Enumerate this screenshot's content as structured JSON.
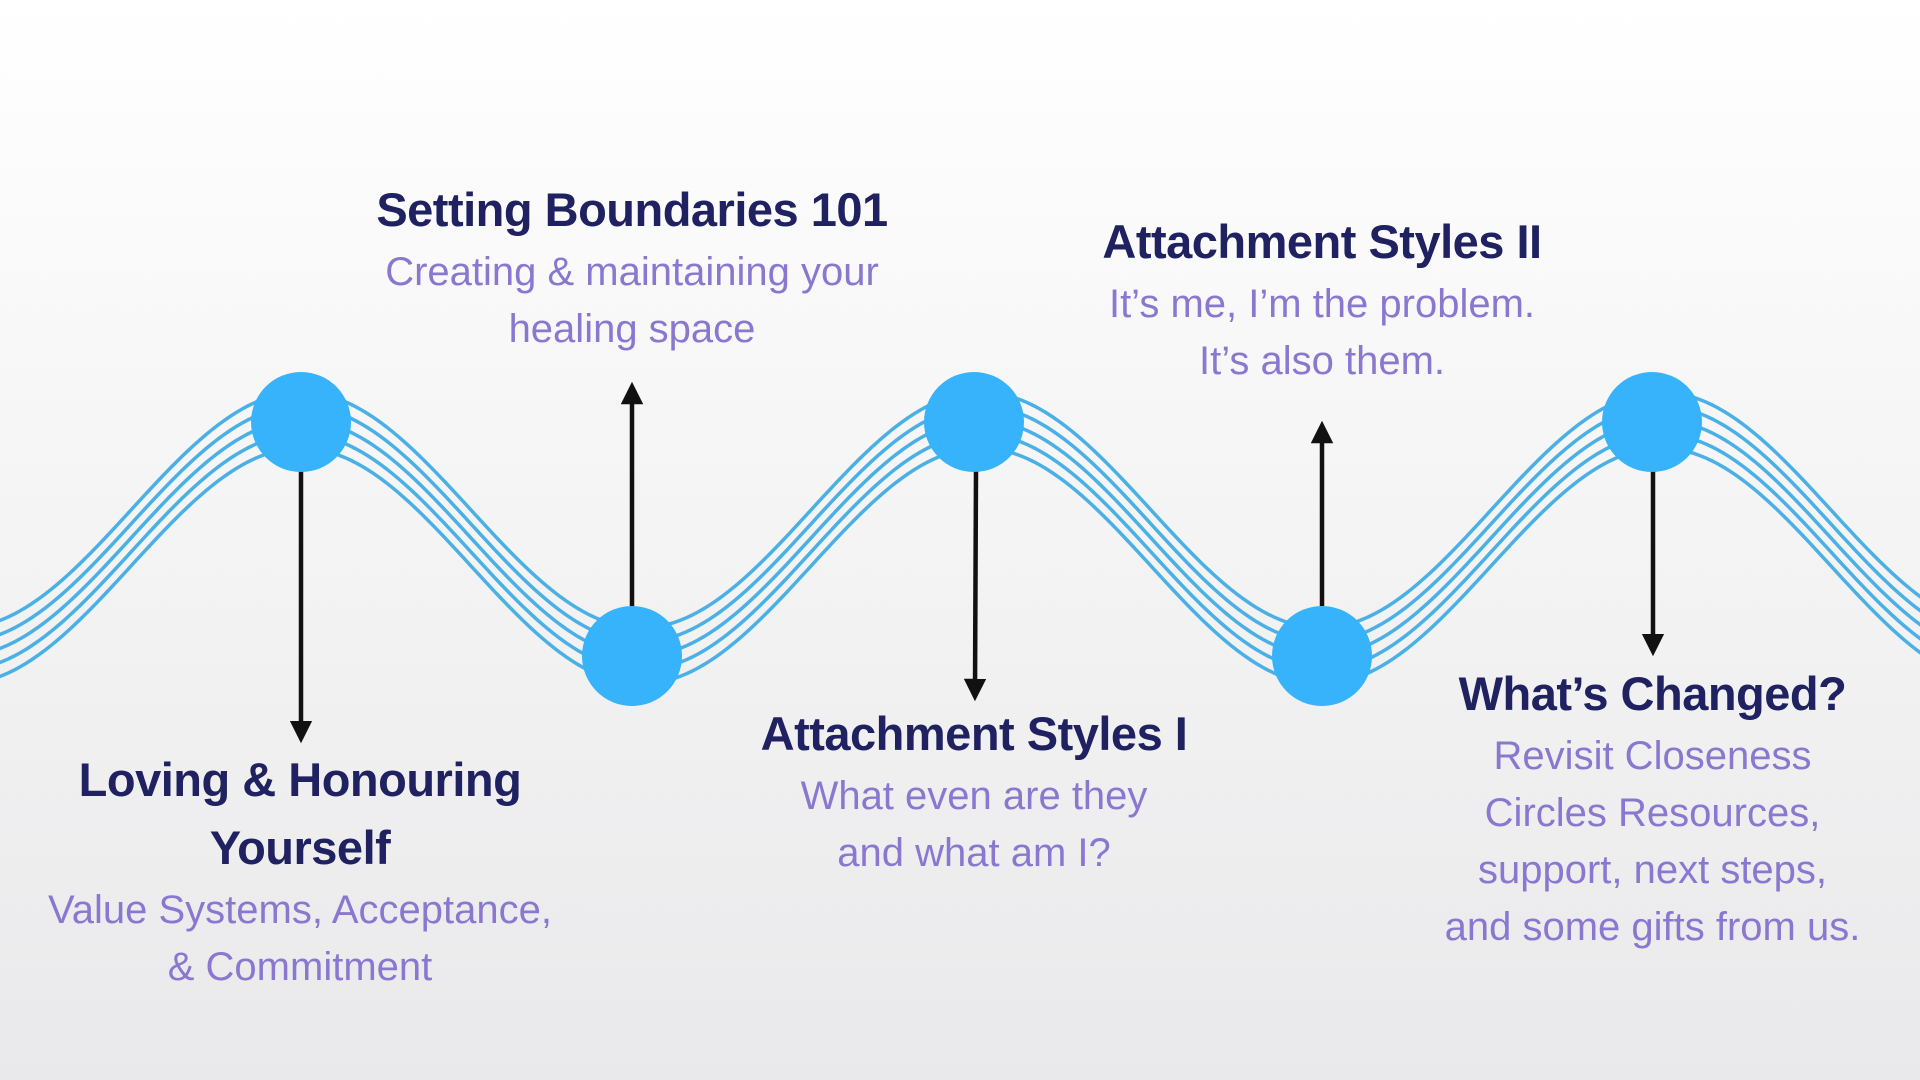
{
  "colors": {
    "wave": "#4ab0e6",
    "node": "#36b3fb",
    "arrow": "#111111",
    "title": "#1f2160",
    "description": "#8a78d0"
  },
  "milestones": [
    {
      "title": "Loving & Honouring Yourself",
      "title_lines": [
        "Loving & Honouring",
        "Yourself"
      ],
      "description_lines": [
        "Value Systems, Acceptance,",
        "& Commitment"
      ]
    },
    {
      "title": "Setting Boundaries 101",
      "title_lines": [
        "Setting Boundaries 101"
      ],
      "description_lines": [
        "Creating & maintaining your",
        "healing space"
      ]
    },
    {
      "title": "Attachment Styles I",
      "title_lines": [
        "Attachment Styles I"
      ],
      "description_lines": [
        "What even are they",
        "and what am I?"
      ]
    },
    {
      "title": "Attachment Styles II",
      "title_lines": [
        "Attachment Styles II"
      ],
      "description_lines": [
        "It’s me, I’m the problem.",
        "It’s also them."
      ]
    },
    {
      "title": "What’s Changed?",
      "title_lines": [
        "What’s Changed?"
      ],
      "description_lines": [
        "Revisit Closeness",
        "Circles Resources,",
        "support, next steps,",
        "and some gifts from us."
      ]
    }
  ]
}
